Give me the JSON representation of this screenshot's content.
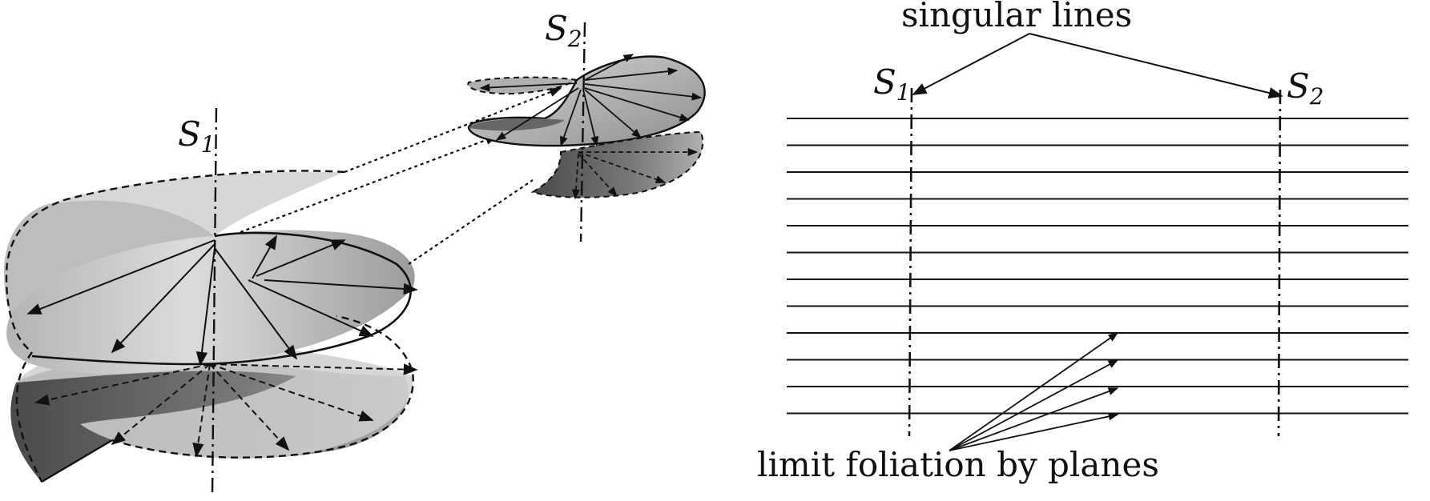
{
  "left_panel": {
    "axis_labels": [
      {
        "symbol": "S",
        "subscript": "1"
      },
      {
        "symbol": "S",
        "subscript": "2"
      }
    ]
  },
  "right_panel": {
    "title": "singular lines",
    "axis_labels": [
      {
        "symbol": "S",
        "subscript": "1"
      },
      {
        "symbol": "S",
        "subscript": "2"
      }
    ],
    "caption": "limit foliation by planes",
    "plane_count": 12
  },
  "colors": {
    "ink": "#111111",
    "sheet_light": "#c8c8c8",
    "sheet_mid": "#a6a6a6",
    "sheet_dark": "#5a5a5a"
  }
}
